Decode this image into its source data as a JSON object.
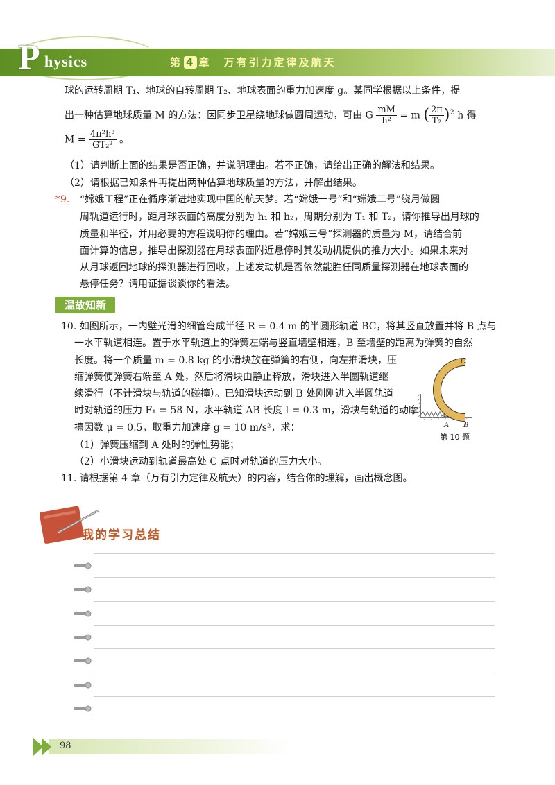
{
  "header": {
    "logo_p": "P",
    "logo_rest": "hysics",
    "chapter_prefix": "第",
    "chapter_num": "4",
    "chapter_suffix": "章　万有引力定律及航天"
  },
  "problem8_tail": {
    "line1": "球的运转周期 T₁、地球的自转周期 T₂、地球表面的重力加速度 g。某同学根据以上条件，提",
    "line2_a": "出一种估算地球质量 M 的方法：因同步卫星绕地球做圆周运动，可由 G",
    "line2_frac_top": "mM",
    "line2_frac_bot": "h²",
    "line2_b": "= m",
    "line2_paren_top": "2π",
    "line2_paren_bot": "T₂",
    "line2_c": "h 得",
    "formula_lhs": "M =",
    "formula_top": "4π²h³",
    "formula_bot": "GT₂²",
    "formula_end": "。",
    "q1": "（1）请判断上面的结果是否正确，并说明理由。若不正确，请给出正确的解法和结果。",
    "q2": "（2）请根据已知条件再提出两种估算地球质量的方法，并解出结果。"
  },
  "problem9": {
    "marker": "*9.",
    "line1": "“嫦娥工程”正在循序渐进地实现中国的航天梦。若“嫦娥一号”和“嫦娥二号”绕月做圆",
    "line2": "周轨道运行时，距月球表面的高度分别为 h₁ 和 h₂，周期分别为 T₁ 和 T₂，请你推导出月球的",
    "line3": "质量和半径，并用必要的方程说明你的理由。若“嫦娥三号”探测器的质量为 M，请结合前",
    "line4": "面计算的信息，推导出探测器在月球表面附近悬停时其发动机提供的推力大小。如果未来对",
    "line5": "从月球返回地球的探测器进行回收，上述发动机是否依然能胜任同质量探测器在地球表面的",
    "line6": "悬停任务？请用证据谈谈你的看法。"
  },
  "section": {
    "review_title": "温故知新"
  },
  "problem10": {
    "line1": "10. 如图所示，一内壁光滑的细管弯成半径 R = 0.4 m 的半圆形轨道 BC，将其竖直放置并将 B 点与",
    "line2": "一水平轨道相连。置于水平轨道上的弹簧左端与竖直墙壁相连，B 至墙壁的距离为弹簧的自然",
    "line3": "长度。将一个质量 m = 0.8 kg 的小滑块放在弹簧的右侧，向左推滑块，压",
    "line4": "缩弹簧使弹簧右端至 A 处，然后将滑块由静止释放，滑块进入半圆轨道继",
    "line5": "续滑行（不计滑块与轨道的碰撞）。已知滑块运动到 B 处刚刚进入半圆轨道",
    "line6": "时对轨道的压力 F₁ = 58 N，水平轨道 AB 长度 l = 0.3 m，滑块与轨道的动摩",
    "line7": "擦因数 μ = 0.5，取重力加速度 g = 10 m/s²，求：",
    "q1": "（1）弹簧压缩到 A 处时的弹性势能；",
    "q2": "（2）小滑块运动到轨道最高处 C 点时对轨道的压力大小。",
    "figure": {
      "label_c": "C",
      "label_a": "A",
      "label_b": "B",
      "caption": "第 10 题"
    }
  },
  "problem11": {
    "line1": "11. 请根据第 4 章（万有引力定律及航天）的内容，结合你的理解，画出概念图。"
  },
  "summary": {
    "title": "我的学习总结"
  },
  "footer": {
    "page_number": "98"
  },
  "colors": {
    "accent_green": "#7fae3c",
    "title_orange": "#c05a2a",
    "figure_tube": "#e2b85a"
  }
}
